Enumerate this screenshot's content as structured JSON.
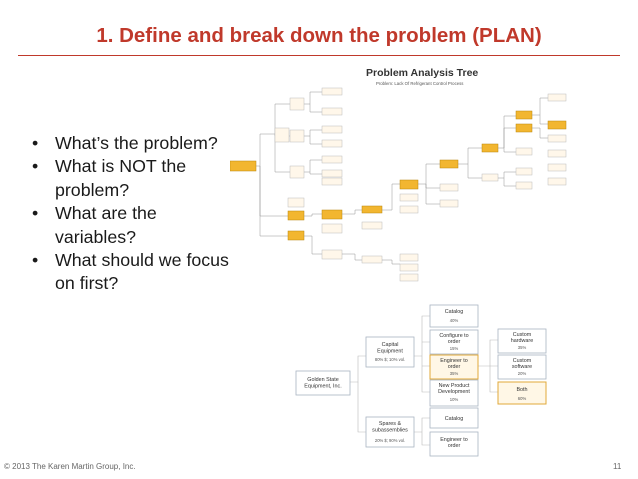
{
  "slide": {
    "title": "1. Define and break down the problem (PLAN)",
    "bullets": [
      "What’s the problem?",
      "What is NOT the problem?",
      "What are the variables?",
      "What should we focus on first?"
    ],
    "footer": "© 2013 The Karen Martin Group, Inc.",
    "page_number": "11"
  },
  "problem_tree": {
    "title": "Problem Analysis Tree",
    "subtitle": "Problem: Lack Of Refrigerant Control Process"
  },
  "org_tree": {
    "root": "Golden State Equipment, Inc.",
    "capital": {
      "label": "Capital Equipment",
      "note": "80% $; 10% vol."
    },
    "spares": {
      "label": "Spares & subassemblies",
      "note": "20% $; 90% vol."
    },
    "catalog_top": {
      "label": "Catalog",
      "pct": "40%"
    },
    "configure": {
      "label": "Configure to order",
      "pct": "15%"
    },
    "engineer_top": {
      "label": "Engineer to order",
      "pct": "35%"
    },
    "npd": {
      "label": "New Product Development",
      "pct": "10%"
    },
    "custom_hw": {
      "label": "Custom hardware",
      "pct": "35%"
    },
    "custom_sw": {
      "label": "Custom software",
      "pct": "20%"
    },
    "both": {
      "label": "Both",
      "pct": "60%"
    },
    "catalog_bottom": {
      "label": "Catalog"
    },
    "engineer_bottom": {
      "label": "Engineer to order"
    }
  },
  "colors": {
    "title": "#c0392b",
    "highlight_border": "#e0a83a",
    "highlight_fill": "#fff7e6",
    "tree_yellow": "#f2b630"
  }
}
